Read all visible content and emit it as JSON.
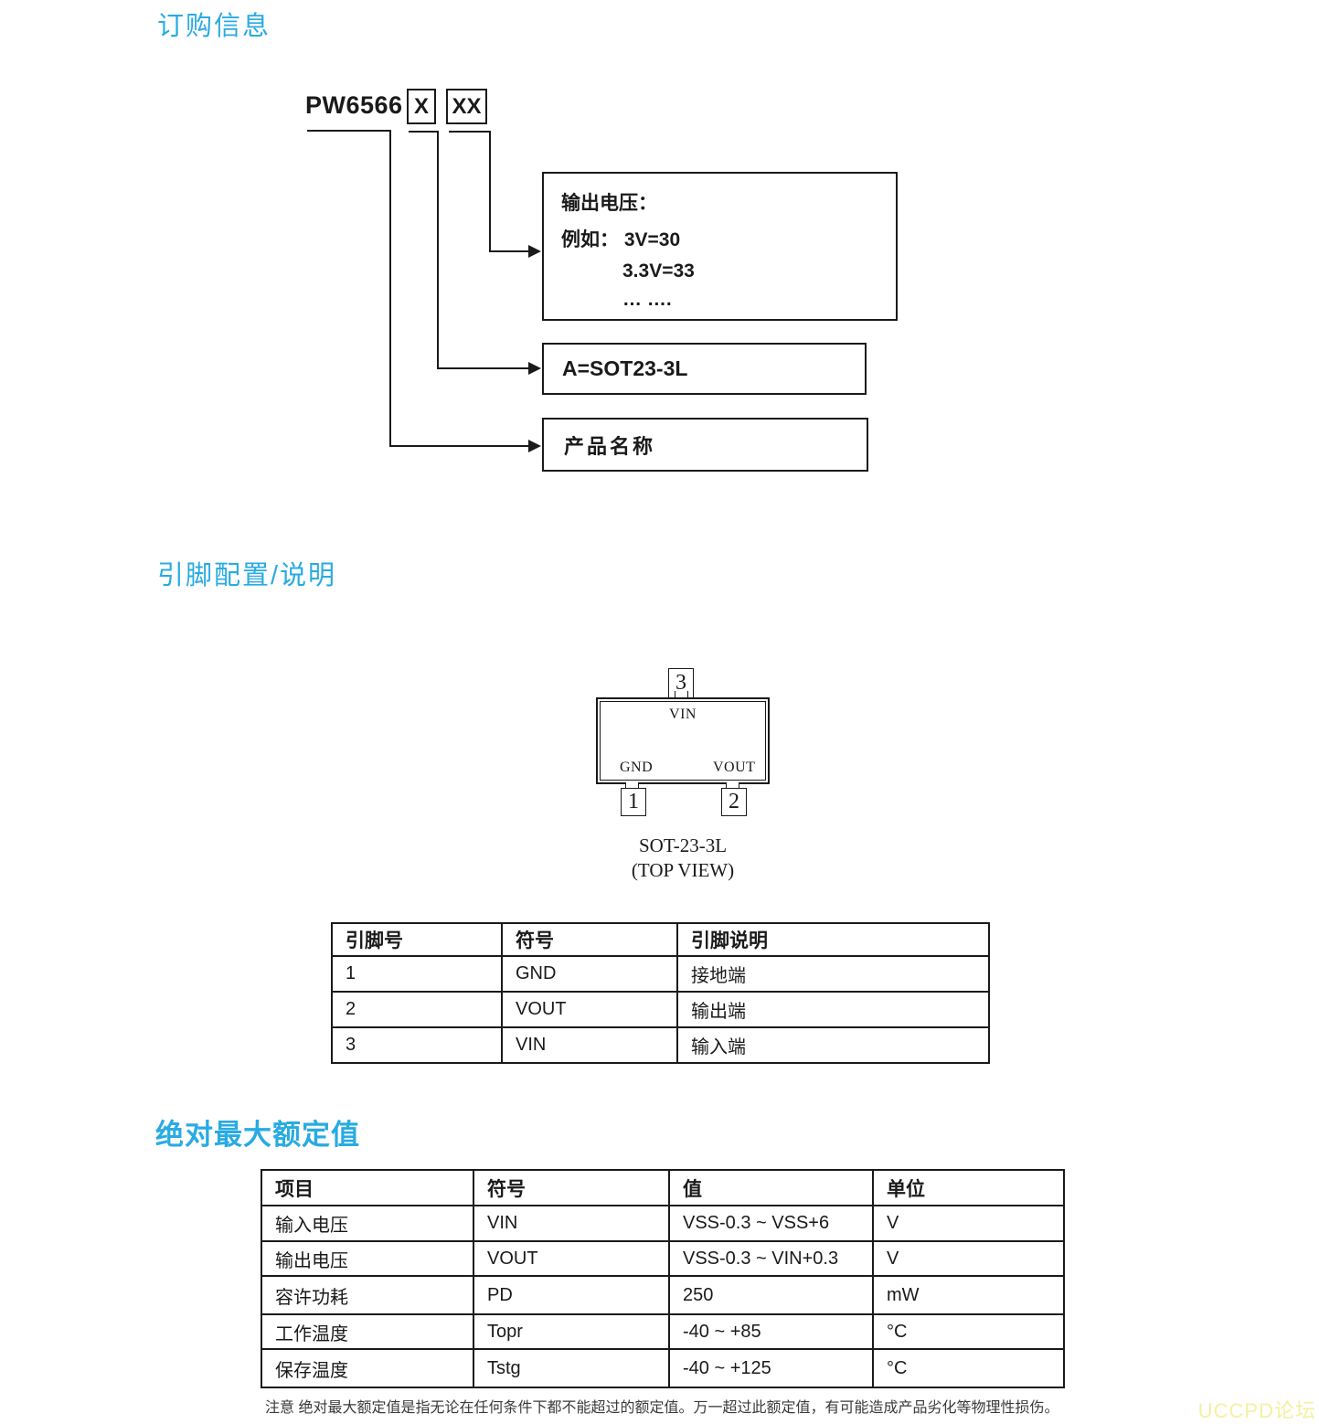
{
  "ordering": {
    "heading": "订购信息",
    "part_prefix": "PW6566",
    "code1": "X",
    "code2": "XX",
    "output_voltage_box": {
      "line1": "输出电压：",
      "line2": "例如： 3V=30",
      "line3": "3.3V=33",
      "line4": "… …."
    },
    "package_box_label": "A=SOT23-3L",
    "product_box_label": "产品名称"
  },
  "pin_section": {
    "heading": "引脚配置/说明",
    "package": {
      "pin1_number": "1",
      "pin2_number": "2",
      "pin3_number": "3",
      "pin1_name": "GND",
      "pin2_name": "VOUT",
      "pin3_name": "VIN",
      "package_name": "SOT-23-3L",
      "view_label": "(TOP VIEW)"
    },
    "table": {
      "headers": [
        "引脚号",
        "符号",
        "引脚说明"
      ],
      "rows": [
        [
          "1",
          "GND",
          "接地端"
        ],
        [
          "2",
          "VOUT",
          "输出端"
        ],
        [
          "3",
          "VIN",
          "输入端"
        ]
      ]
    }
  },
  "ratings_section": {
    "heading": "绝对最大额定值",
    "table": {
      "headers": [
        "项目",
        "符号",
        "值",
        "单位"
      ],
      "rows": [
        [
          "输入电压",
          "VIN",
          "VSS-0.3 ~ VSS+6",
          "V"
        ],
        [
          "输出电压",
          "VOUT",
          "VSS-0.3 ~ VIN+0.3",
          "V"
        ],
        [
          "容许功耗",
          "PD",
          "250",
          "mW"
        ],
        [
          "工作温度",
          "Topr",
          "-40 ~ +85",
          "°C"
        ],
        [
          "保存温度",
          "Tstg",
          "-40 ~ +125",
          "°C"
        ]
      ]
    },
    "note": "注意 绝对最大额定值是指无论在任何条件下都不能超过的额定值。万一超过此额定值，有可能造成产品劣化等物理性损伤。"
  },
  "footer": {
    "watermark": "UCCPD论坛"
  }
}
